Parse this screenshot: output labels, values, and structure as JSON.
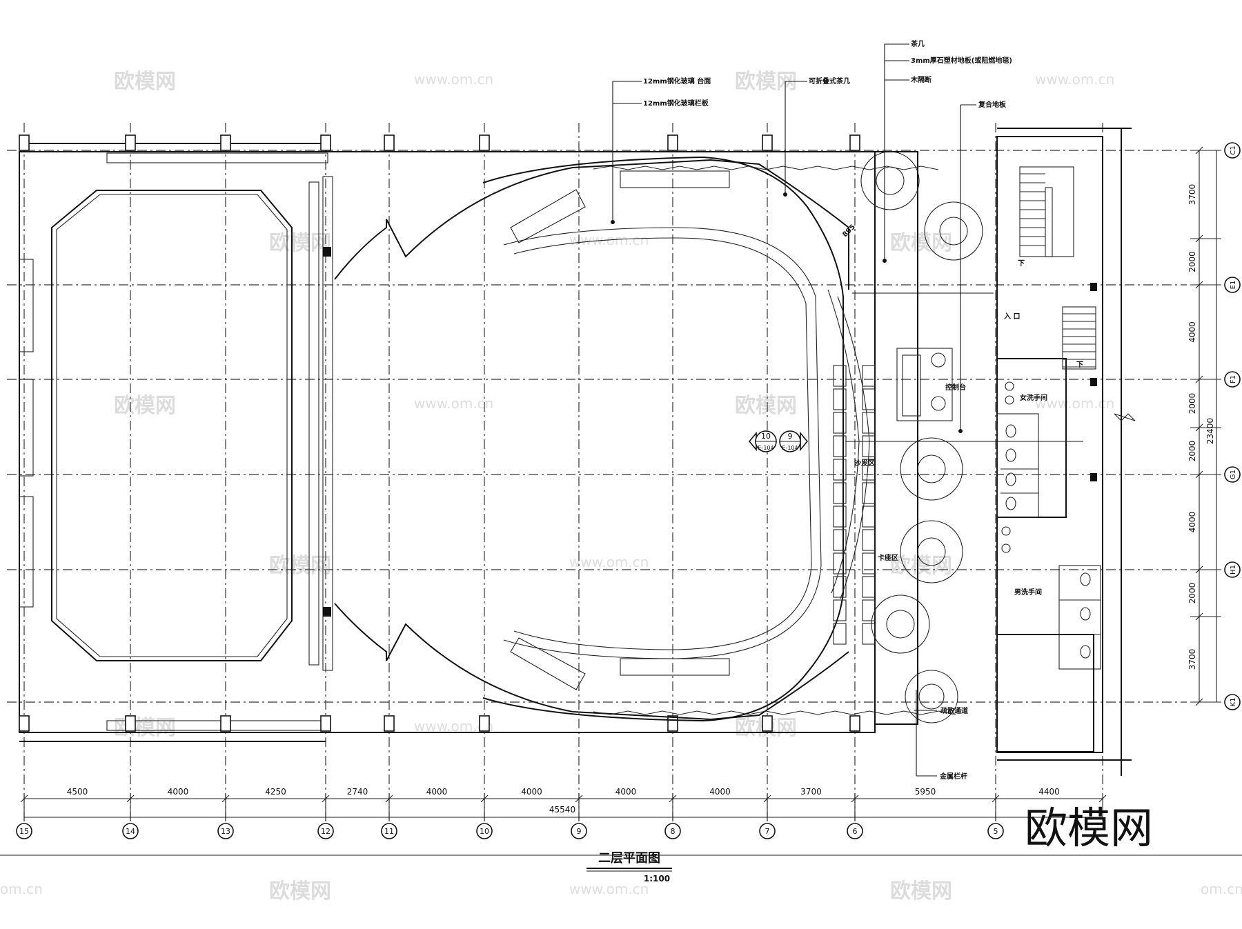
{
  "drawing": {
    "title": "二层平面图",
    "scale": "1:100",
    "watermark_logo": "欧模网",
    "watermark_url": "www.om.cn",
    "watermark_corner": "om.cn"
  },
  "axes_bottom": {
    "labels": [
      "15",
      "14",
      "13",
      "12",
      "11",
      "10",
      "9",
      "8",
      "7",
      "6",
      "5"
    ],
    "spans": [
      "4500",
      "4000",
      "4250",
      "2740",
      "4000",
      "4000",
      "4000",
      "4000",
      "3700",
      "5950",
      "4400"
    ],
    "total": "45540"
  },
  "axes_right": {
    "labels": [
      "C1",
      "E1",
      "F1",
      "G1",
      "H1",
      "K1"
    ],
    "spans": [
      "3700",
      "2000",
      "4000",
      "2000",
      "2000",
      "4000",
      "2000",
      "3700"
    ],
    "total": "23400"
  },
  "annotations": {
    "glass_top": "12mm钢化玻璃 台面",
    "glass_rail": "12mm钢化玻璃栏板",
    "folding_table": "可折叠式茶几",
    "tea_table": "茶几",
    "floor_board": "3mm厚石塑材地板(或阻燃地毯)",
    "wood_partition": "木隔断",
    "composite_floor": "复合地板",
    "entrance": "入 口",
    "control_desk": "控制台",
    "womens_wc": "女洗手间",
    "mens_wc": "男洗手间",
    "sofa_area": "沙发区",
    "booth_area": "卡座区",
    "evac_path": "疏散通道",
    "metal_rail": "金属栏杆",
    "dim_895": "895",
    "stair_down": "下"
  },
  "section_markers": [
    {
      "num": "10",
      "ref": "E-104"
    },
    {
      "num": "9",
      "ref": "E-104"
    }
  ]
}
